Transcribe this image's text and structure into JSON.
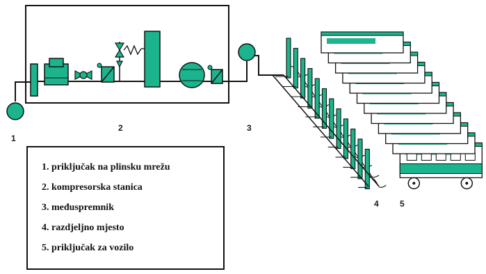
{
  "colors": {
    "equipment": "#1bb48c",
    "line": "#111111",
    "background": "#ffffff"
  },
  "numbers": [
    "1",
    "2",
    "3",
    "4",
    "5"
  ],
  "legend": [
    "1. priključak na plinsku mrežu",
    "2. kompresorska stanica",
    "3. međuspremnik",
    "4. razdjeljno mjesto",
    "5. priključak za vozilo"
  ],
  "bus_count": 12,
  "components": [
    "gas-network-connection",
    "compressor-station",
    "gas-filter",
    "valve",
    "safety-valve",
    "buffer-tank",
    "distribution-point",
    "vehicle-connection",
    "bus"
  ]
}
